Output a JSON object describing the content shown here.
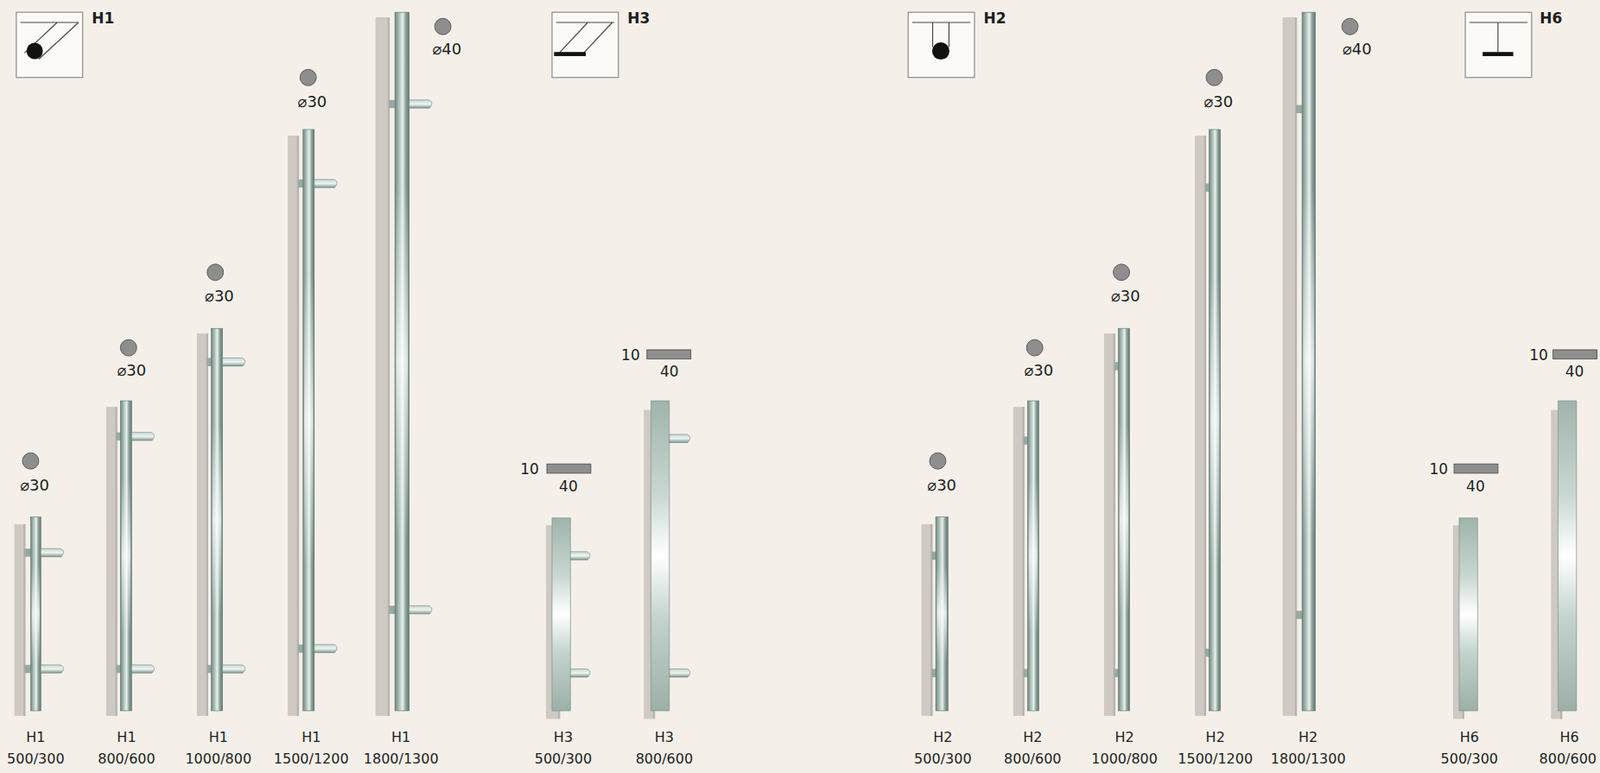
{
  "diagram": {
    "labels": [
      "H1",
      "⌀30",
      "⌀30",
      "⌀30",
      "⌀30",
      "⌀40",
      "H3",
      "10",
      "40",
      "10",
      "40",
      "H2",
      "⌀30",
      "⌀30",
      "⌀30",
      "⌀30",
      "⌀40",
      "H6",
      "10",
      "40",
      "10",
      "40",
      "H1",
      "500/300",
      "H1",
      "800/600",
      "H1",
      "1000/800",
      "H1",
      "1500/1200",
      "H1",
      "1800/1300",
      "H3",
      "500/300",
      "H3",
      "800/600",
      "H2",
      "500/300",
      "H2",
      "800/600",
      "H2",
      "1000/800",
      "H2",
      "1500/1200",
      "H2",
      "1800/1300",
      "H6",
      "500/300",
      "H6",
      "800/600"
    ]
  }
}
